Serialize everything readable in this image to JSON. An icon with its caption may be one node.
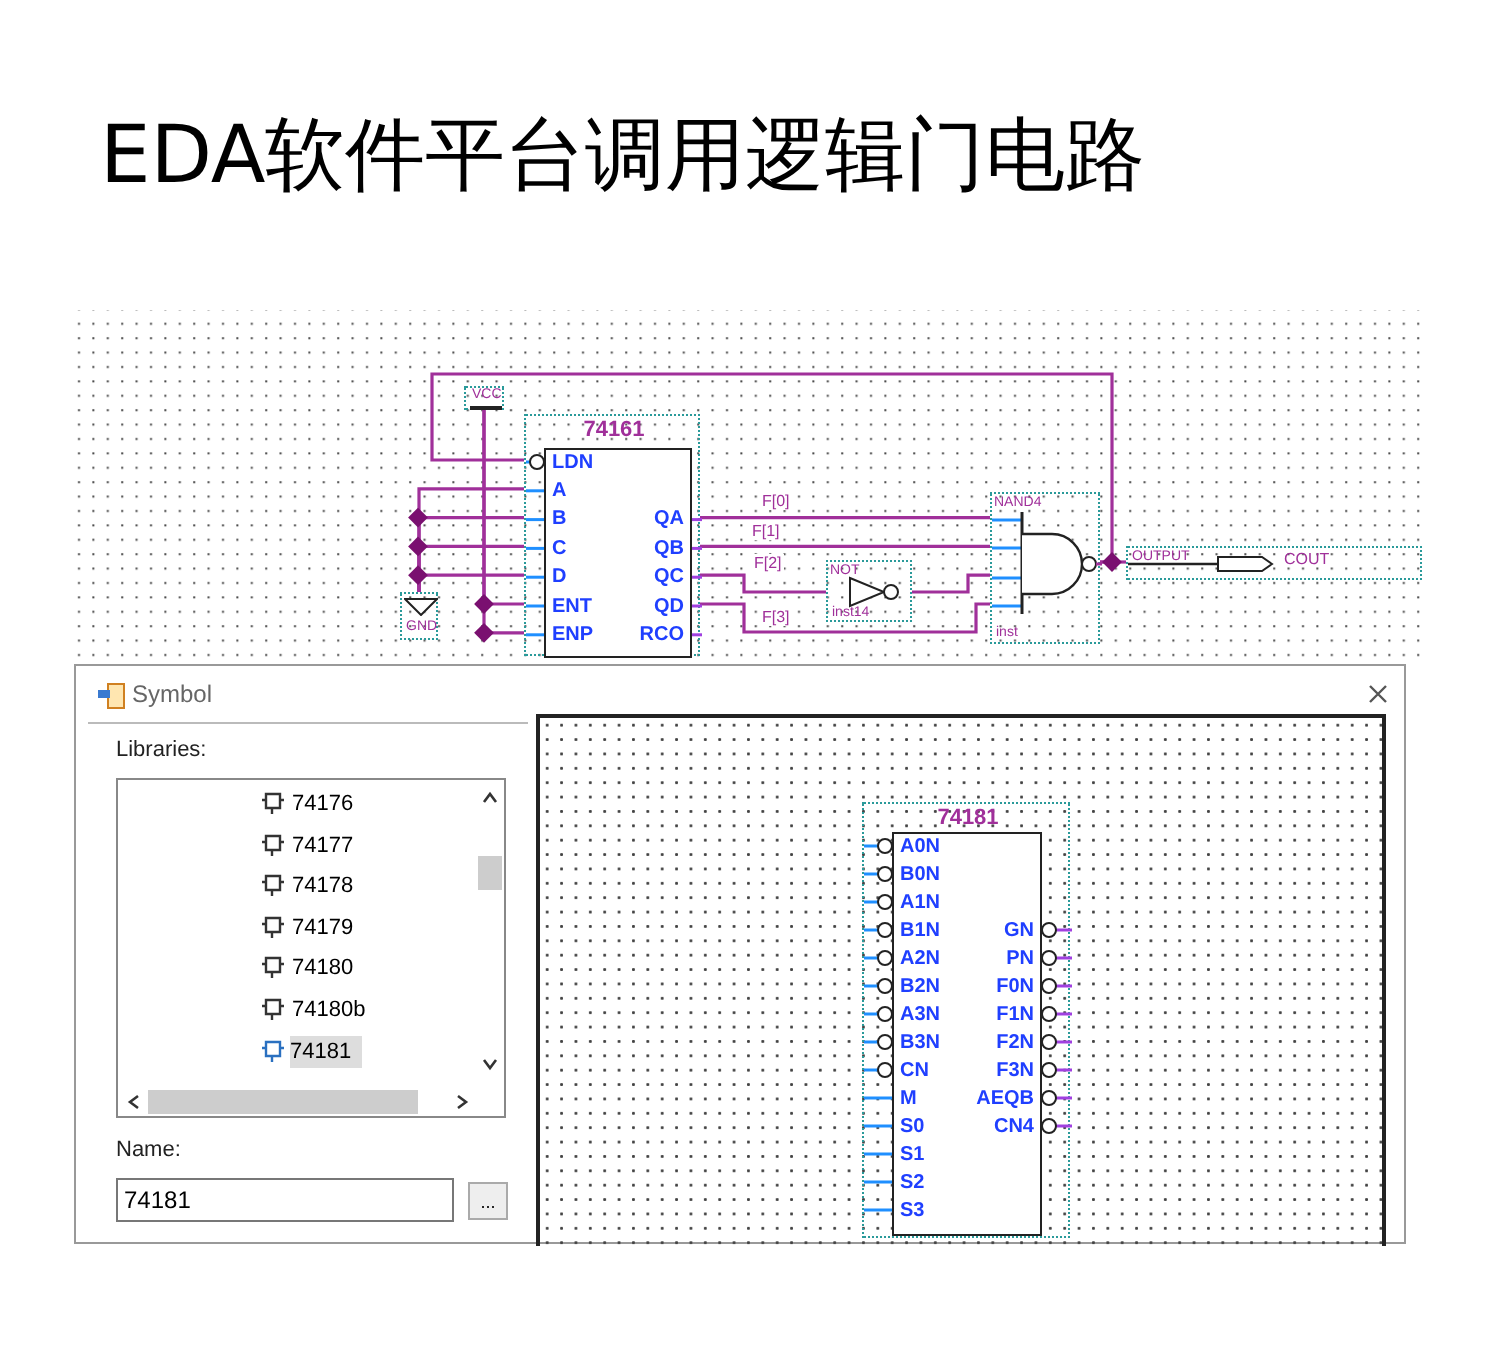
{
  "diagram": {
    "title": "EDA软件平台调用逻辑门电路",
    "nodes": [
      {
        "text": [
          "VCC"
        ]
      },
      {
        "text": [
          "74161",
          "LDN",
          "A",
          "B",
          "C",
          "D",
          "ENT",
          "ENP",
          "QA",
          "QB",
          "QC",
          "QD",
          "RCO"
        ]
      },
      {
        "text": [
          "GND"
        ]
      },
      {
        "text": [
          "NOT",
          "inst14"
        ]
      },
      {
        "text": [
          "NAND4",
          "inst"
        ]
      },
      {
        "text": [
          "OUTPUT",
          "COUT"
        ]
      },
      {
        "text": [
          "Symbol"
        ]
      },
      {
        "text": [
          "74181",
          "A0N",
          "B0N",
          "A1N",
          "B1N",
          "A2N",
          "B2N",
          "A3N",
          "B3N",
          "CN",
          "M",
          "S0",
          "S1",
          "S2",
          "S3",
          "GN",
          "PN",
          "F0N",
          "F1N",
          "F2N",
          "F3N",
          "AEQB",
          "CN4"
        ],
        "in": 6
      }
    ],
    "edges": [
      {
        "from": 0,
        "to": 1,
        "arrow": "none"
      },
      {
        "from": 0,
        "to": 1,
        "arrow": "none"
      },
      {
        "from": 2,
        "to": 1,
        "arrow": "none"
      },
      {
        "from": 2,
        "to": 1,
        "arrow": "none"
      },
      {
        "from": 2,
        "to": 1,
        "arrow": "none"
      },
      {
        "from": 2,
        "to": 1,
        "arrow": "none"
      },
      {
        "from": 1,
        "to": 4,
        "arrow": "none",
        "label": "F[0]"
      },
      {
        "from": 1,
        "to": 4,
        "arrow": "none",
        "label": "F[1]"
      },
      {
        "from": 1,
        "to": 3,
        "arrow": "none",
        "label": "F[2]"
      },
      {
        "from": 3,
        "to": 4,
        "arrow": "none"
      },
      {
        "from": 1,
        "to": 4,
        "arrow": "none",
        "label": "F[3]"
      },
      {
        "from": 4,
        "to": 5,
        "arrow": "none"
      },
      {
        "from": 4,
        "to": 1,
        "arrow": "none"
      }
    ],
    "labels": [
      "Libraries:",
      "74176",
      "74177",
      "74178",
      "74179",
      "74180",
      "74180b",
      "74181",
      "Name:",
      "74181",
      "..."
    ]
  }
}
